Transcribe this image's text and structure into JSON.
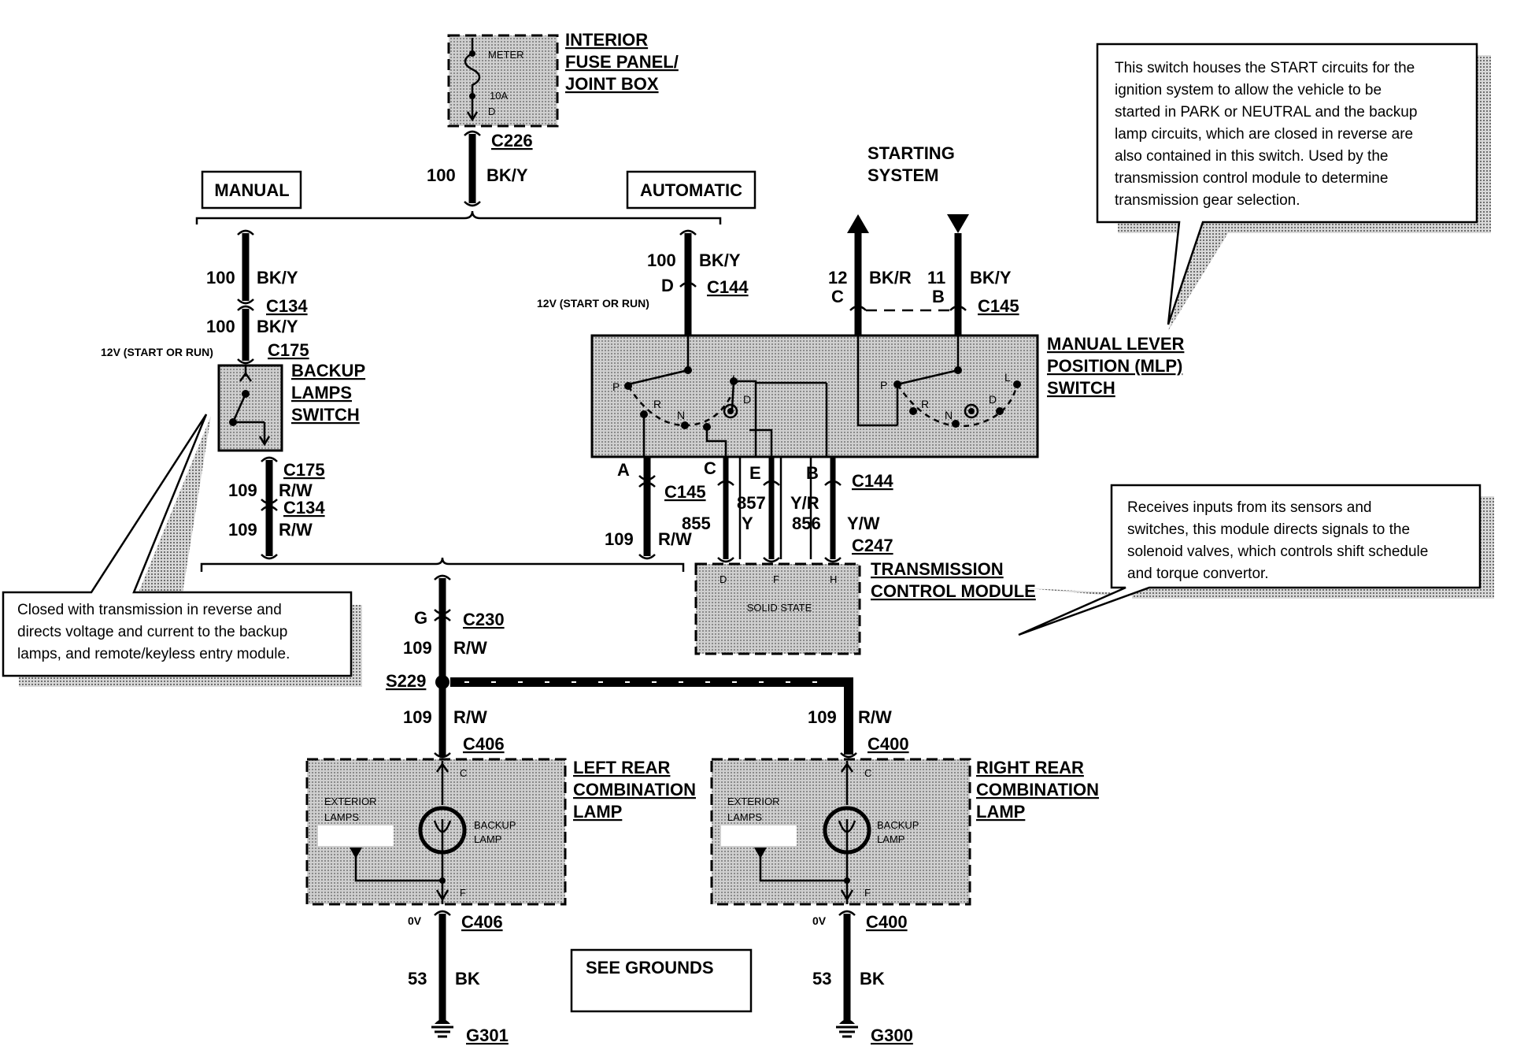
{
  "fuse_panel": {
    "title": [
      "INTERIOR",
      "FUSE PANEL/",
      "JOINT BOX"
    ],
    "meter": "METER",
    "fuse": "10A",
    "pin": "D",
    "connector": "C226",
    "circuit": "100",
    "color": "BK/Y"
  },
  "manual": {
    "label": "MANUAL",
    "w1_circuit": "100",
    "w1_color": "BK/Y",
    "c134": "C134",
    "w2_circuit": "100",
    "w2_color": "BK/Y",
    "voltage": "12V (START OR RUN)",
    "c175": "C175",
    "switch_title": [
      "BACKUP",
      "LAMPS",
      "SWITCH"
    ],
    "c175b": "C175",
    "w3_circuit": "109",
    "w3_color": "R/W",
    "c134b": "C134",
    "w4_circuit": "109",
    "w4_color": "R/W"
  },
  "automatic": {
    "label": "AUTOMATIC",
    "w1_circuit": "100",
    "w1_color": "BK/Y",
    "pin_d": "D",
    "c144": "C144",
    "voltage": "12V (START OR RUN)",
    "pin_a": "A",
    "c145": "C145",
    "w_out_circuit": "109",
    "w_out_color": "R/W"
  },
  "starting": {
    "title": [
      "STARTING",
      "SYSTEM"
    ],
    "w12_circuit": "12",
    "w12_pin": "C",
    "w12_color": "BK/R",
    "w11_circuit": "11",
    "w11_pin": "B",
    "w11_color": "BK/Y",
    "c145": "C145"
  },
  "mlp": {
    "title": [
      "MANUAL LEVER",
      "POSITION (MLP)",
      "SWITCH"
    ],
    "left_positions": [
      "P",
      "R",
      "N",
      "D",
      "L"
    ],
    "right_positions": [
      "P",
      "R",
      "N",
      "D",
      "L"
    ]
  },
  "tcm": {
    "pin_c": "C",
    "pin_e": "E",
    "pin_b": "B",
    "c144": "C144",
    "w857_circuit": "857",
    "w857_color": "Y",
    "w855_circuit": "855",
    "w856_circuit": "856",
    "w856_color": "Y/W",
    "yr_color": "Y/R",
    "c247": "C247",
    "pins": [
      "D",
      "F",
      "H"
    ],
    "solid_state": "SOLID STATE",
    "title": [
      "TRANSMISSION",
      "CONTROL MODULE"
    ]
  },
  "lower": {
    "pin_g": "G",
    "c230": "C230",
    "w1_circuit": "109",
    "w1_color": "R/W",
    "splice": "S229",
    "w2_circuit": "109",
    "w2_color": "R/W",
    "c406": "C406",
    "right_circuit": "109",
    "right_color": "R/W",
    "c400": "C400"
  },
  "left_lamp": {
    "title": [
      "LEFT REAR",
      "COMBINATION",
      "LAMP"
    ],
    "pin_c": "C",
    "pin_f": "F",
    "exterior": [
      "EXTERIOR",
      "LAMPS"
    ],
    "backup": [
      "BACKUP",
      "LAMP"
    ],
    "voltage": "0V",
    "c406": "C406",
    "circuit": "53",
    "color": "BK",
    "ground": "G301"
  },
  "right_lamp": {
    "title": [
      "RIGHT REAR",
      "COMBINATION",
      "LAMP"
    ],
    "pin_c": "C",
    "pin_f": "F",
    "exterior": [
      "EXTERIOR",
      "LAMPS"
    ],
    "backup": [
      "BACKUP",
      "LAMP"
    ],
    "voltage": "0V",
    "c400": "C400",
    "circuit": "53",
    "color": "BK",
    "ground": "G300"
  },
  "see_grounds": "SEE GROUNDS",
  "notes": {
    "mlp_note": [
      "This switch houses the START circuits for the",
      "ignition system to allow the vehicle to be",
      "started in PARK or NEUTRAL and the backup",
      "lamp circuits, which are closed in reverse are",
      "also contained in this switch. Used by the",
      "transmission control module to determine",
      "transmission gear selection."
    ],
    "tcm_note": [
      "Receives inputs from its sensors and",
      "switches, this module directs signals to the",
      "solenoid valves, which controls shift schedule",
      "and torque convertor."
    ],
    "switch_note": [
      "Closed with transmission in reverse and",
      "directs voltage and current to the backup",
      "lamps, and remote/keyless entry module."
    ]
  }
}
